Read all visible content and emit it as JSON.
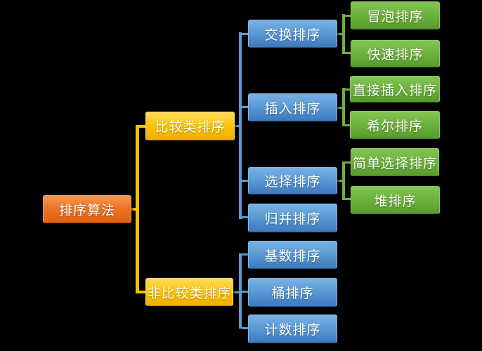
{
  "diagram_type": "tree",
  "palette": {
    "background": "#000000",
    "root_fill": "#ED7428",
    "root_fill_top": "#F59A55",
    "root_fill_bottom": "#E2610B",
    "category_fill": "#FCC200",
    "category_fill_top": "#FFDB5C",
    "category_fill_bottom": "#F0AD00",
    "type_fill": "#5B9BD5",
    "type_fill_top": "#79B2E4",
    "type_fill_bottom": "#3E79BD",
    "leaf_fill": "#6DB23C",
    "leaf_fill_top": "#82C553",
    "leaf_fill_bottom": "#579B2E",
    "connector_yellow": "#FFC000",
    "connector_blue": "#5B9BD5",
    "connector_green": "#70AD47",
    "text": "#FFFFFF"
  },
  "tree": {
    "label": "排序算法",
    "children": [
      {
        "label": "比较类排序",
        "children": [
          {
            "label": "交换排序",
            "children": [
              {
                "label": "冒泡排序"
              },
              {
                "label": "快速排序"
              }
            ]
          },
          {
            "label": "插入排序",
            "children": [
              {
                "label": "直接插入排序"
              },
              {
                "label": "希尔排序"
              }
            ]
          },
          {
            "label": "选择排序",
            "children": [
              {
                "label": "简单选择排序"
              },
              {
                "label": "堆排序"
              }
            ]
          },
          {
            "label": "归并排序"
          }
        ]
      },
      {
        "label": "非比较类排序",
        "children": [
          {
            "label": "基数排序"
          },
          {
            "label": "桶排序"
          },
          {
            "label": "计数排序"
          }
        ]
      }
    ]
  }
}
